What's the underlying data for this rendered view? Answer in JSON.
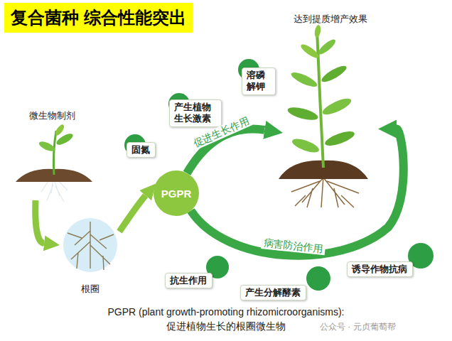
{
  "diagram": {
    "title": "复合菌种 综合性能突出",
    "caption": "PGPR (plant growth-promoting rhizomicroorganisms): 促进植物生长的根圈微生物",
    "nodes": [
      {
        "text": [
          "微生物制剂"
        ]
      },
      {
        "text": [
          "根圈"
        ]
      },
      {
        "text": [
          "PGPR"
        ]
      },
      {
        "text": [
          "固氮"
        ]
      },
      {
        "text": [
          "产生植物生长激素"
        ]
      },
      {
        "text": [
          "溶磷解钾"
        ]
      },
      {
        "text": [
          "达到提质增产效果"
        ]
      },
      {
        "text": [
          "抗生作用"
        ]
      },
      {
        "text": [
          "产生分解酵素"
        ]
      },
      {
        "text": [
          "诱导作物抗病"
        ]
      }
    ],
    "edges": [
      {
        "from": 0,
        "to": 1,
        "arrow": "to"
      },
      {
        "from": 1,
        "to": 2,
        "arrow": "to"
      },
      {
        "from": 2,
        "to": 6,
        "label": "促进生长作用",
        "arrow": "to"
      },
      {
        "from": 2,
        "to": 6,
        "label": "病害防治作用",
        "arrow": "to"
      }
    ],
    "labels": [
      "公众号 · 元贞葡萄帮"
    ]
  }
}
